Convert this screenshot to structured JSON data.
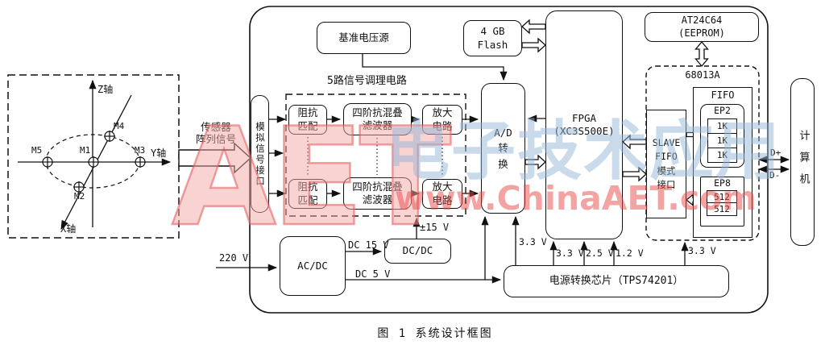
{
  "caption": "图 1  系统设计框图",
  "watermark": {
    "aet": "AET",
    "journal": "电子技术应用",
    "url": "www.ChinaAET.com"
  },
  "colors": {
    "line": "#111111",
    "watermark_red": "#e25555",
    "watermark_blue": "#94b6d6"
  },
  "sensor_diagram": {
    "z_axis": "Z轴",
    "y_axis": "Y轴",
    "x_axis": "X轴",
    "m1": "M1",
    "m2": "M2",
    "m3": "M3",
    "m4": "M4",
    "m5": "M5"
  },
  "flow": {
    "sensor_signal": "传感器\n阵列信号",
    "analog_if": "模拟信号接口",
    "cond_title": "5路信号调理电路",
    "impedance": "阻抗\n匹配",
    "filter": "四阶抗混叠\n滤波器",
    "amplifier": "放大\n电路",
    "vref": "基准电压源",
    "flash": "4 GB\nFlash",
    "adc": "A/D\n转\n换",
    "fpga": "FPGA\n(XC3S500E)",
    "eeprom": "AT24C64\n(EEPROM)",
    "usb_chip": "68013A",
    "slave": "SLAVE\nFIFO\n模式\n接口",
    "fifo": "FIFO",
    "ep2": "EP2",
    "ep8": "EP8",
    "ep2_cells": [
      "1K",
      "1K",
      "1K"
    ],
    "ep8_cells": [
      "512",
      "512"
    ],
    "computer": "计算机",
    "dplus": "D+",
    "dminus": "D-"
  },
  "power": {
    "mains": "220 V",
    "acdc": "AC/DC",
    "dc15": "DC 15 V",
    "dcdc": "DC/DC",
    "pm15": "±15 V",
    "dc5": "DC 5 V",
    "regulator": "电源转换芯片（TPS74201）",
    "v5_branch_33": "3.3 V",
    "v33_fpga": "3.3 V",
    "v25_fpga": "2.5 V",
    "v12_fpga": "1.2 V",
    "v33_usb": "3.3 V"
  }
}
